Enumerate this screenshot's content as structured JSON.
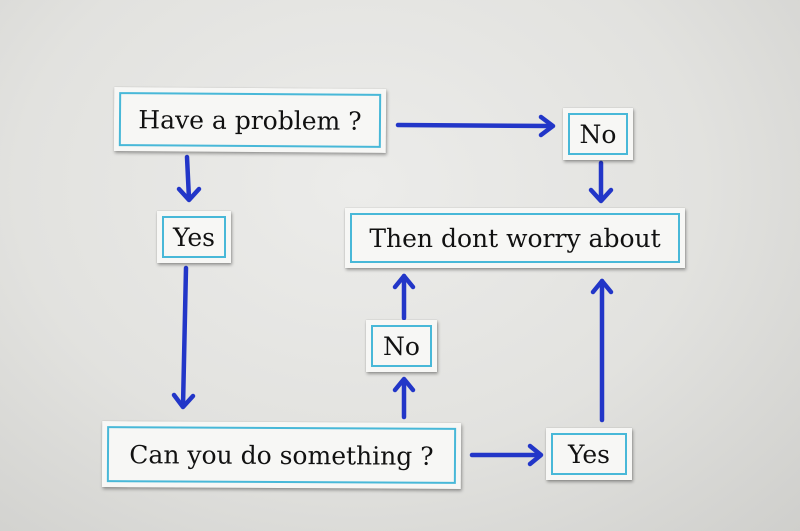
{
  "flowchart": {
    "nodes": {
      "have_problem": "Have a problem ?",
      "no_top": "No",
      "yes_left": "Yes",
      "then_dont_worry": "Then dont worry about",
      "no_middle": "No",
      "can_you_do": "Can you do something ?",
      "yes_bottom": "Yes"
    },
    "arrow_color": "#2236c8",
    "frame_color": "#48b8d8"
  }
}
